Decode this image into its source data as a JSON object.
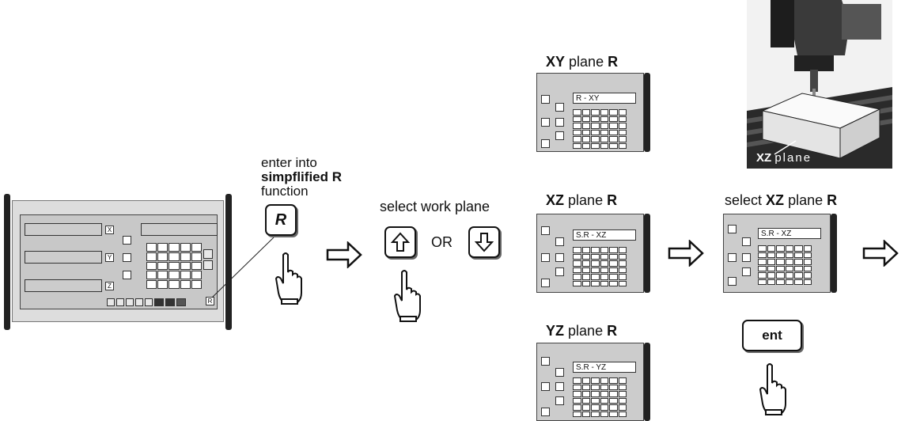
{
  "step1": {
    "line1": "enter into",
    "line2": "simpflified R",
    "line3": "function",
    "key_label": "R"
  },
  "step2": {
    "text": "select work plane",
    "or_text": "OR"
  },
  "planes": {
    "xy": {
      "bold": "XY",
      "rest": "plane",
      "r": "R",
      "display": "R - XY"
    },
    "xz": {
      "bold": "XZ",
      "rest": "plane",
      "r": "R",
      "display": "S.R - XZ"
    },
    "yz": {
      "bold": "YZ",
      "rest": "plane",
      "r": "R",
      "display": "S.R - YZ"
    }
  },
  "step3": {
    "pre": "select",
    "bold": "XZ",
    "rest": "plane",
    "r": "R",
    "display": "S.R - XZ",
    "key_label": "ent"
  },
  "photo": {
    "bold": "XZ",
    "rest": "plane"
  },
  "dro": {
    "axis_x": "X",
    "axis_y": "Y",
    "axis_z": "Z",
    "r_key": "R"
  }
}
